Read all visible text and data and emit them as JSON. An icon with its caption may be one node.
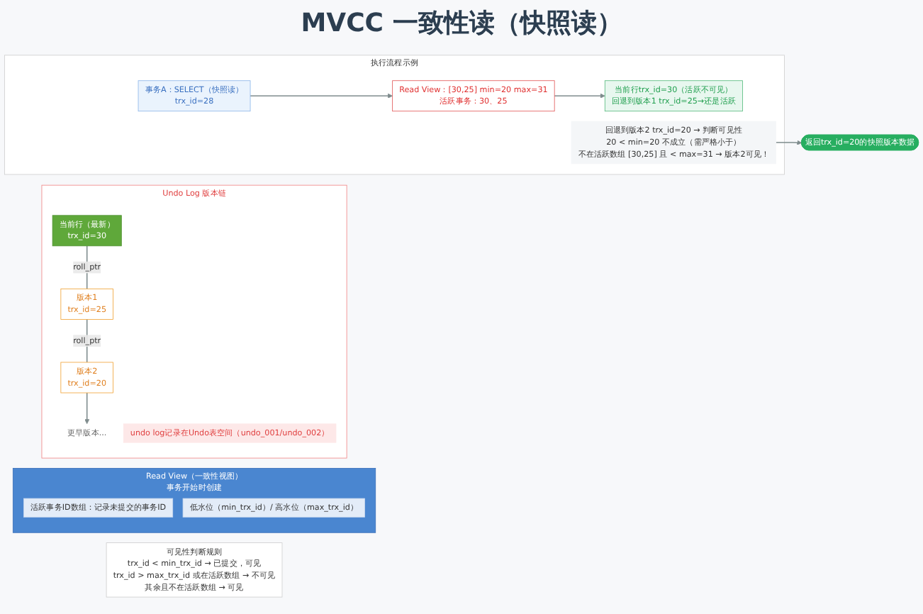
{
  "diagram": {
    "title": "MVCC 一致性读（快照读）",
    "nodes": [
      {
        "text": [
          "Read View（一致性视图）",
          "事务开始时创建"
        ]
      },
      {
        "text": [
          "活跃事务ID数组：记录未提交的事务ID"
        ],
        "in": 0
      },
      {
        "text": [
          "低水位（min_trx_id）/ 高水位（max_trx_id）"
        ],
        "in": 0
      },
      {
        "text": [
          "可见性判断规则",
          "trx_id < min_trx_id → 已提交，可见",
          "trx_id > max_trx_id 或在活跃数组 → 不可见",
          "其余且不在活跃数组 → 可见"
        ]
      },
      {
        "text": [
          "Undo Log 版本链"
        ]
      },
      {
        "text": [
          "当前行（最新）",
          "trx_id=30"
        ],
        "in": 4
      },
      {
        "text": [
          "版本1",
          "trx_id=25"
        ],
        "in": 4
      },
      {
        "text": [
          "版本2",
          "trx_id=20"
        ],
        "in": 4
      },
      {
        "text": [
          "更早版本..."
        ],
        "in": 4
      },
      {
        "text": [
          "undo log记录在Undo表空间（undo_001/undo_002）"
        ],
        "in": 4
      },
      {
        "text": [
          "执行流程示例"
        ]
      },
      {
        "text": [
          "事务A：SELECT（快照读）",
          "trx_id=28"
        ],
        "in": 10
      },
      {
        "text": [
          "Read View：[30,25] min=20 max=31",
          "活跃事务：30、25"
        ],
        "in": 10
      },
      {
        "text": [
          "当前行trx_id=30（活跃不可见）",
          "回退到版本1 trx_id=25→还是活跃"
        ],
        "in": 10
      },
      {
        "text": [
          "回退到版本2 trx_id=20 → 判断可见性",
          "20 < min=20 不成立（需严格小于）",
          "不在活跃数组 [30,25] 且 < max=31 → 版本2可见！"
        ],
        "in": 10
      },
      {
        "text": [
          "返回trx_id=20的快照版本数据"
        ]
      }
    ],
    "edges": [
      {
        "from": 5,
        "to": 6,
        "arrow": "none",
        "label": "roll_ptr"
      },
      {
        "from": 6,
        "to": 7,
        "arrow": "none",
        "label": "roll_ptr"
      },
      {
        "from": 7,
        "to": 8,
        "arrow": "to"
      },
      {
        "from": 11,
        "to": 12,
        "arrow": "to"
      },
      {
        "from": 12,
        "to": 13,
        "arrow": "to"
      },
      {
        "from": 14,
        "to": 15,
        "arrow": "to"
      }
    ]
  }
}
